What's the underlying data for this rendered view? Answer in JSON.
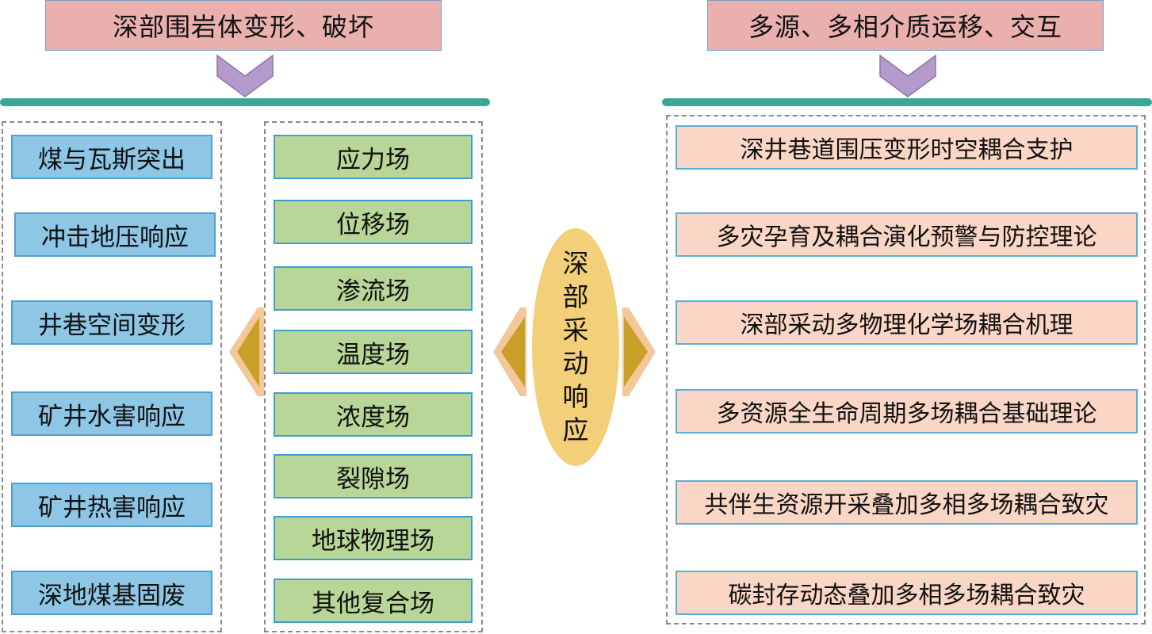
{
  "header_left": "深部围岩体变形、破坏",
  "header_right": "多源、多相介质运移、交互",
  "center_label": "深部采动响应",
  "left_items": [
    "煤与瓦斯突出",
    "冲击地压响应",
    "井巷空间变形",
    "矿井水害响应",
    "矿井热害响应",
    "深地煤基固废"
  ],
  "middle_items": [
    "应力场",
    "位移场",
    "渗流场",
    "温度场",
    "浓度场",
    "裂隙场",
    "地球物理场",
    "其他复合场"
  ],
  "right_items": [
    "深井巷道围压变形时空耦合支护",
    "多灾孕育及耦合演化预警与防控理论",
    "深部采动多物理化学场耦合机理",
    "多资源全生命周期多场耦合基础理论",
    "共伴生资源开采叠加多相多场耦合致灾",
    "碳封存动态叠加多相多场耦合致灾"
  ]
}
